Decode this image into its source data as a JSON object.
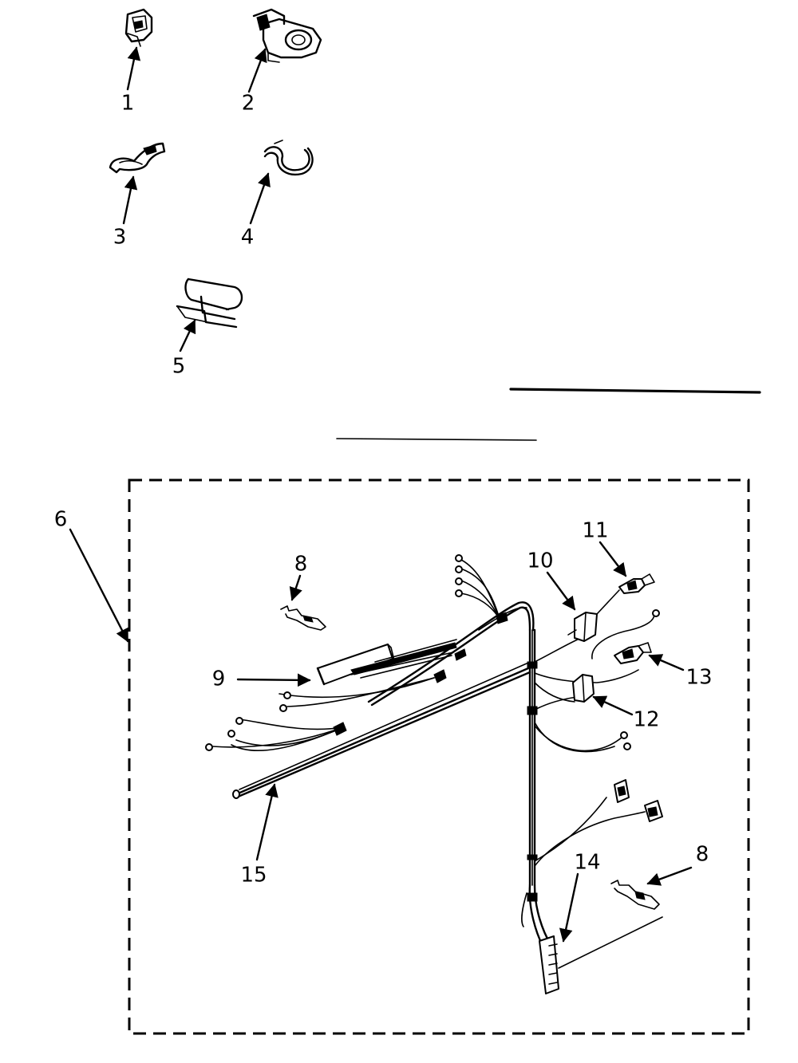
{
  "callouts": {
    "p1": "1",
    "p2": "2",
    "p3": "3",
    "p4": "4",
    "p5": "5",
    "p6": "6",
    "p8a": "8",
    "p8b": "8",
    "p9": "9",
    "p10": "10",
    "p11": "11",
    "p12": "12",
    "p13": "13",
    "p14": "14",
    "p15": "15"
  }
}
